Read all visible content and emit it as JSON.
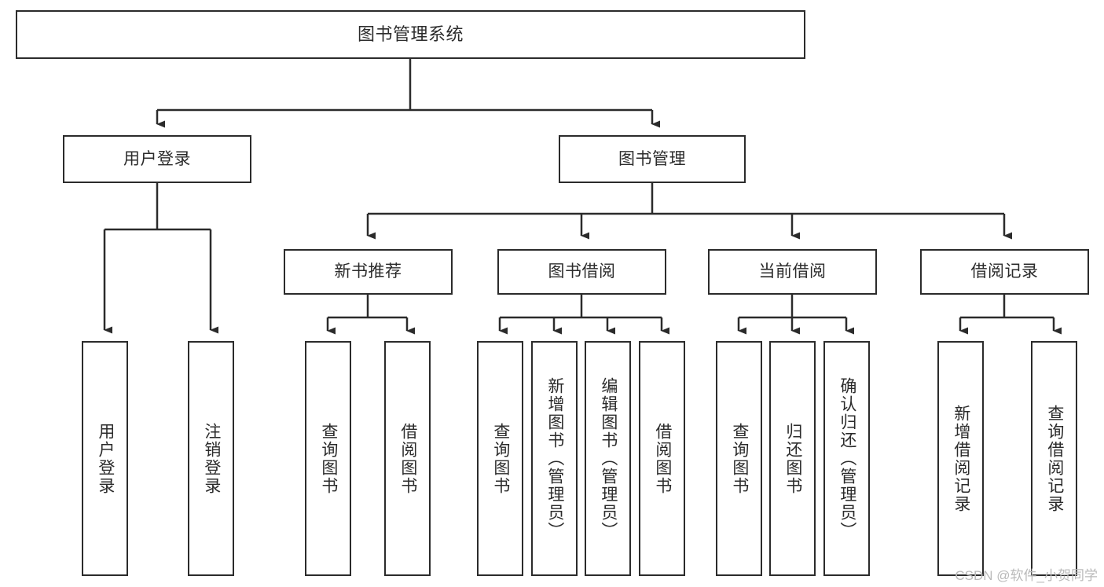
{
  "diagram": {
    "title": "图书管理系统",
    "type": "tree",
    "orientation": "top-down",
    "stroke_color": "#2b2b2b",
    "fill_color": "#ffffff",
    "text_color": "#2b2b2b",
    "watermark": "CSDN @软件_小贺同学",
    "nodes": {
      "root": {
        "label": "图书管理系统"
      },
      "l2": [
        {
          "label": "用户登录"
        },
        {
          "label": "图书管理"
        }
      ],
      "l3": [
        {
          "label": "新书推荐"
        },
        {
          "label": "图书借阅"
        },
        {
          "label": "当前借阅"
        },
        {
          "label": "借阅记录"
        }
      ],
      "leaves_user_login": [
        {
          "label": "用户登录"
        },
        {
          "label": "注销登录"
        }
      ],
      "leaves_new_book": [
        {
          "label": "查询图书"
        },
        {
          "label": "借阅图书"
        }
      ],
      "leaves_borrow": [
        {
          "label": "查询图书"
        },
        {
          "label": "新增图书（管理员）"
        },
        {
          "label": "编辑图书（管理员）"
        },
        {
          "label": "借阅图书"
        }
      ],
      "leaves_current": [
        {
          "label": "查询图书"
        },
        {
          "label": "归还图书"
        },
        {
          "label": "确认归还（管理员）"
        }
      ],
      "leaves_records": [
        {
          "label": "新增借阅记录"
        },
        {
          "label": "查询借阅记录"
        }
      ]
    }
  }
}
